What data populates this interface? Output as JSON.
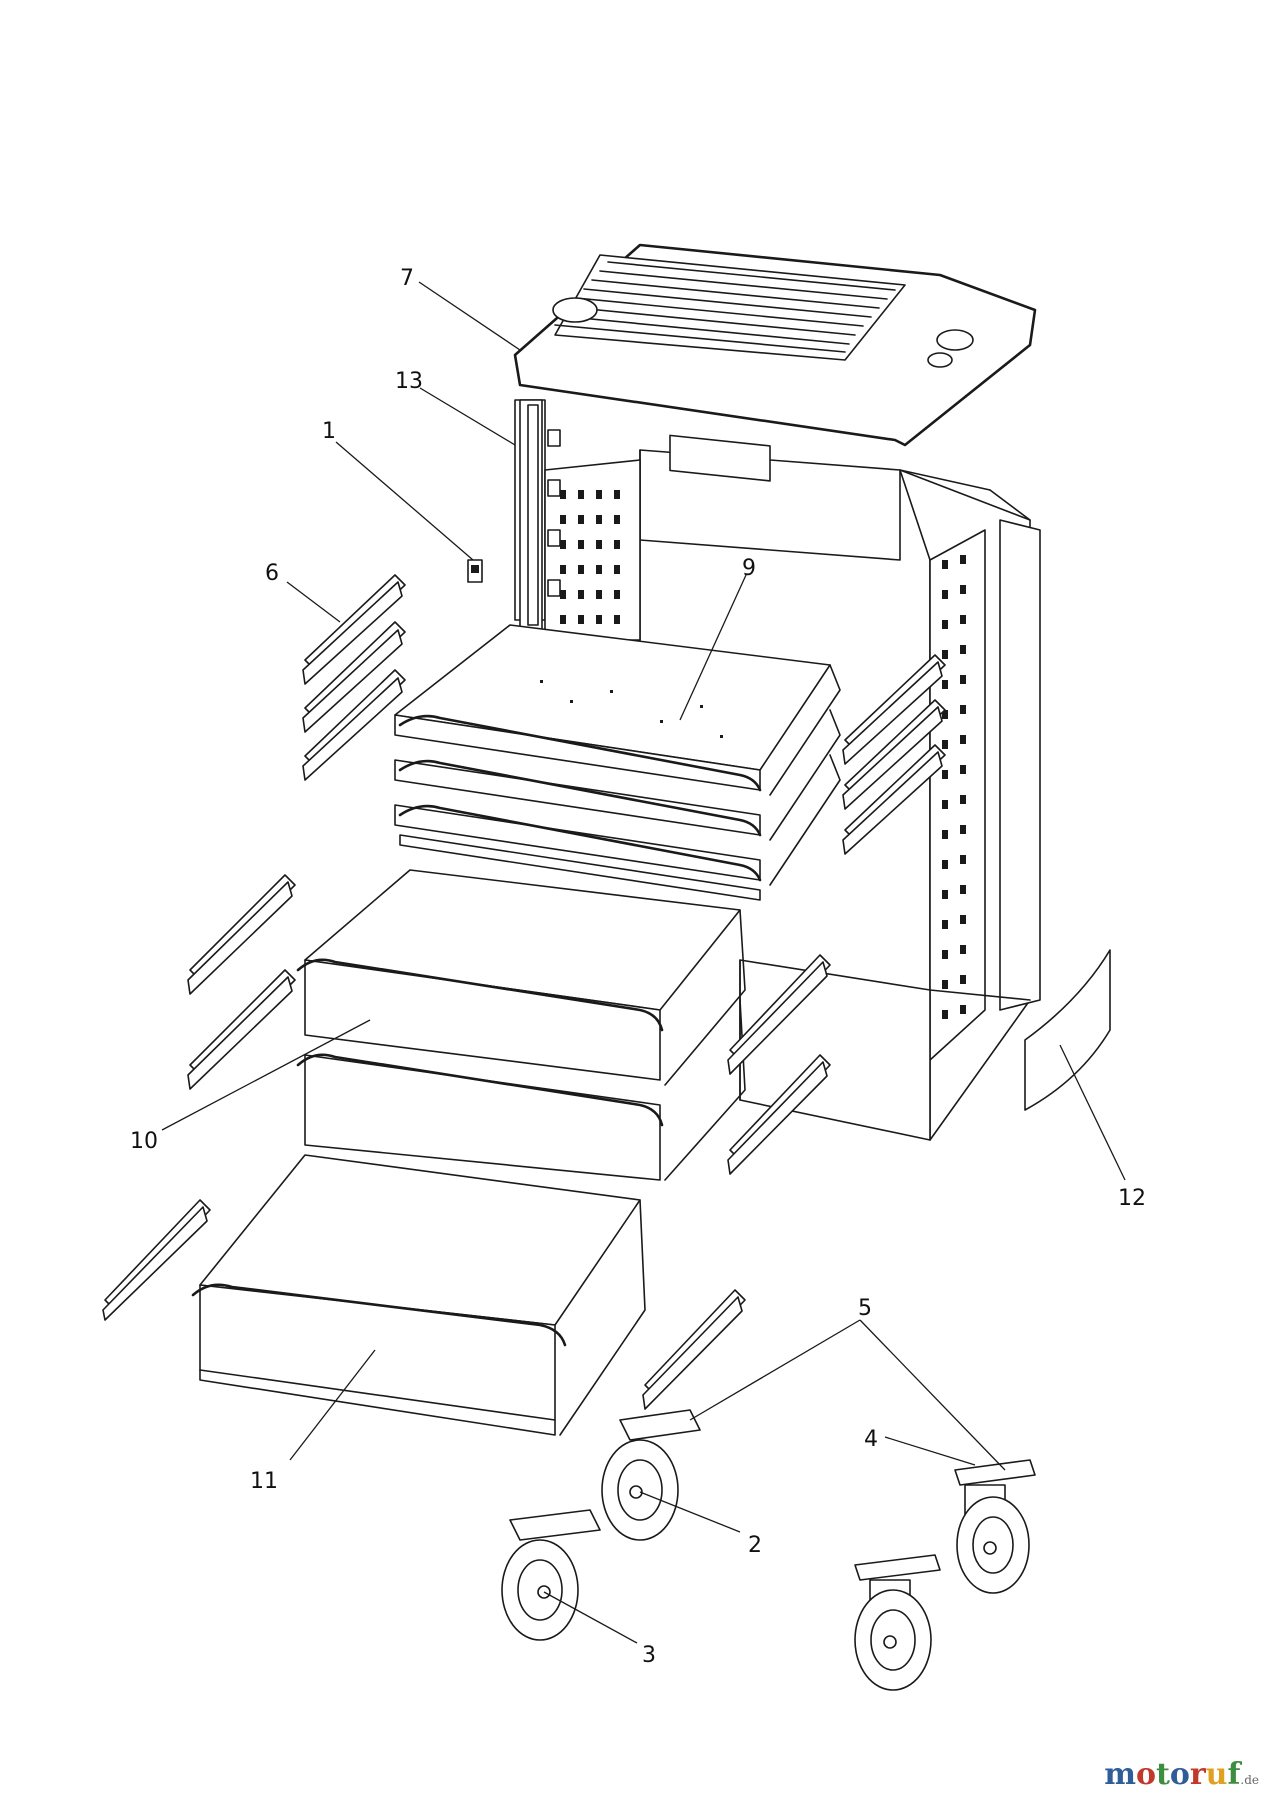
{
  "diagram": {
    "part_labels": [
      {
        "id": "p1",
        "text": "1"
      },
      {
        "id": "p2",
        "text": "2"
      },
      {
        "id": "p3",
        "text": "3"
      },
      {
        "id": "p4",
        "text": "4"
      },
      {
        "id": "p5",
        "text": "5"
      },
      {
        "id": "p6",
        "text": "6"
      },
      {
        "id": "p7",
        "text": "7"
      },
      {
        "id": "p9",
        "text": "9"
      },
      {
        "id": "p10",
        "text": "10"
      },
      {
        "id": "p11",
        "text": "11"
      },
      {
        "id": "p12",
        "text": "12"
      },
      {
        "id": "p13",
        "text": "13"
      }
    ]
  },
  "brand": {
    "letters": [
      "m",
      "o",
      "t",
      "o",
      "r",
      "u",
      "f"
    ],
    "letter_colors": [
      "#2f5d9a",
      "#c0392b",
      "#3e8e41",
      "#2f5d9a",
      "#c0392b",
      "#e0a020",
      "#3e8e41"
    ],
    "suffix": ".de"
  }
}
